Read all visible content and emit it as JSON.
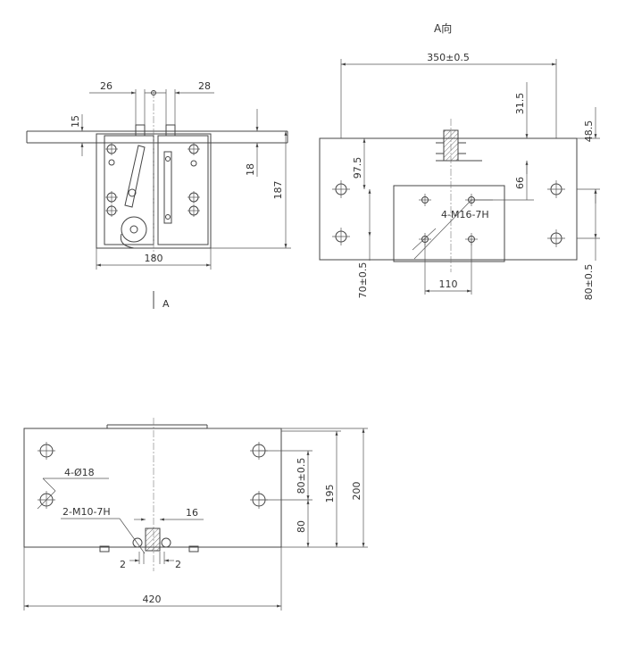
{
  "view_a_title": "A向",
  "view_a_marker": "A",
  "front_view": {
    "dim_26": "26",
    "dim_28": "28",
    "dim_15": "15",
    "dim_18": "18",
    "dim_187": "187",
    "dim_180": "180"
  },
  "view_a": {
    "dim_350": "350±0.5",
    "dim_31_5": "31.5",
    "dim_48_5": "48.5",
    "dim_97_5": "97.5",
    "dim_66": "66",
    "thread_label": "4-M16-7H",
    "dim_110": "110",
    "dim_70": "70±0.5",
    "dim_80": "80±0.5"
  },
  "top_view": {
    "hole_label": "4-Ø18",
    "thread_label": "2-M10-7H",
    "dim_16": "16",
    "dim_2_left": "2",
    "dim_2_right": "2",
    "dim_80_tol": "80±0.5",
    "dim_80": "80",
    "dim_195": "195",
    "dim_200": "200",
    "dim_420": "420"
  }
}
